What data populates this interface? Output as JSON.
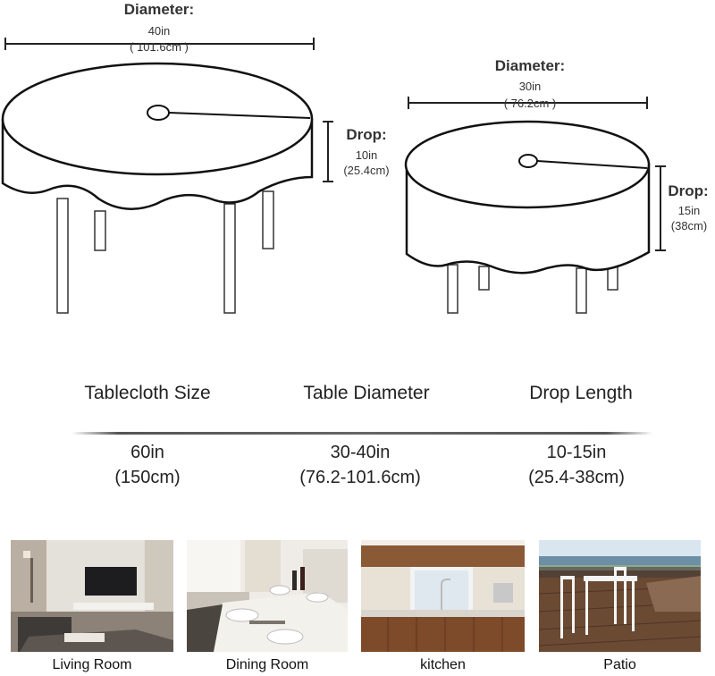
{
  "large_table": {
    "diameter_label": "Diameter:",
    "diameter_in": "40in",
    "diameter_cm": "( 101.6cm )",
    "drop_label": "Drop:",
    "drop_in": "10in",
    "drop_cm": "(25.4cm)"
  },
  "small_table": {
    "diameter_label": "Diameter:",
    "diameter_in": "30in",
    "diameter_cm": "( 76.2cm )",
    "drop_label": "Drop:",
    "drop_in": "15in",
    "drop_cm": "(38cm)"
  },
  "size_table": {
    "headers": [
      "Tablecloth Size",
      "Table Diameter",
      "Drop Length"
    ],
    "values_in": [
      "60in",
      "30-40in",
      "10-15in"
    ],
    "values_cm": [
      "(150cm)",
      "(76.2-101.6cm)",
      "(25.4-38cm)"
    ]
  },
  "rooms": [
    "Living Room",
    "Dining Room",
    "kitchen",
    "Patio"
  ]
}
